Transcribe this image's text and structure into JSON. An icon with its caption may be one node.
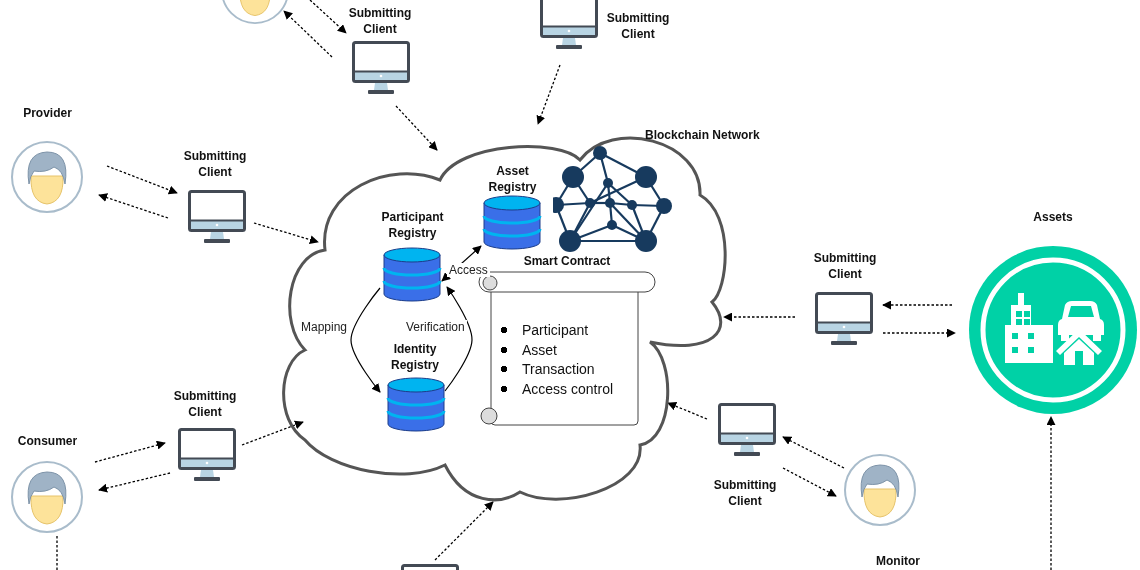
{
  "diagram": {
    "nodes": [
      {
        "text": [
          "Blockchain Network"
        ]
      },
      {
        "text": [
          "Asset Registry"
        ],
        "in": 0
      },
      {
        "text": [
          "Participant Registry"
        ],
        "in": 0
      },
      {
        "text": [
          "Identity Registry"
        ],
        "in": 0
      },
      {
        "text": [
          "Smart Contract",
          "Participant",
          "Asset",
          "Transaction",
          "Access control"
        ],
        "in": 0
      },
      {
        "text": [],
        "shape": "person"
      },
      {
        "text": [
          "Submitting Client"
        ]
      },
      {
        "text": [
          "Submitting Client"
        ]
      },
      {
        "text": [
          "Provider"
        ]
      },
      {
        "text": [
          "Submitting Client"
        ]
      },
      {
        "text": [
          "Submitting Client"
        ]
      },
      {
        "text": [
          "Assets"
        ]
      },
      {
        "text": [
          "Consumer"
        ]
      },
      {
        "text": [
          "Submitting Client"
        ]
      },
      {
        "text": [
          "Submitting Client"
        ]
      },
      {
        "text": [
          "Monitor"
        ]
      },
      {
        "text": [],
        "shape": "box"
      }
    ],
    "edges": [
      {
        "from": 5,
        "to": 6,
        "arrow": "to",
        "style": "dashed"
      },
      {
        "from": 6,
        "to": 5,
        "arrow": "to",
        "style": "dashed"
      },
      {
        "from": 6,
        "to": 0,
        "arrow": "to",
        "style": "dashed"
      },
      {
        "from": 7,
        "to": 0,
        "arrow": "to",
        "style": "dashed"
      },
      {
        "from": 8,
        "to": 9,
        "arrow": "to",
        "style": "dashed"
      },
      {
        "from": 9,
        "to": 8,
        "arrow": "to",
        "style": "dashed"
      },
      {
        "from": 9,
        "to": 0,
        "arrow": "to",
        "style": "dashed"
      },
      {
        "from": 10,
        "to": 0,
        "arrow": "to",
        "style": "dashed"
      },
      {
        "from": 11,
        "to": 10,
        "arrow": "to",
        "style": "dashed"
      },
      {
        "from": 10,
        "to": 11,
        "arrow": "to",
        "style": "dashed"
      },
      {
        "from": 12,
        "to": 13,
        "arrow": "to",
        "style": "dashed"
      },
      {
        "from": 13,
        "to": 12,
        "arrow": "to",
        "style": "dashed"
      },
      {
        "from": 13,
        "to": 0,
        "arrow": "to",
        "style": "dashed"
      },
      {
        "from": 14,
        "to": 0,
        "arrow": "to",
        "style": "dashed"
      },
      {
        "from": 15,
        "to": 14,
        "arrow": "to",
        "style": "dashed"
      },
      {
        "from": 14,
        "to": 15,
        "arrow": "to",
        "style": "dashed"
      },
      {
        "from": 16,
        "to": 0,
        "arrow": "to",
        "style": "dashed"
      },
      {
        "from": 12,
        "to": null,
        "arrow": "none",
        "style": "dashed"
      },
      {
        "from": null,
        "to": 11,
        "arrow": "to",
        "style": "dashed"
      },
      {
        "from": 2,
        "to": 1,
        "arrow": "both",
        "label": "Access"
      },
      {
        "from": 2,
        "to": 3,
        "arrow": "to",
        "label": "Mapping"
      },
      {
        "from": 3,
        "to": 2,
        "arrow": "to",
        "label": "Verification"
      }
    ]
  }
}
